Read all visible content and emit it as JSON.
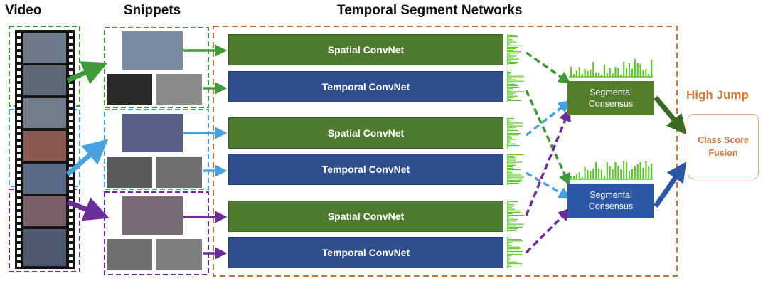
{
  "headers": {
    "video": "Video",
    "snippets": "Snippets",
    "tsn": "Temporal Segment Networks"
  },
  "networks": [
    {
      "label": "Spatial ConvNet",
      "kind": "spatial",
      "group": "green"
    },
    {
      "label": "Temporal ConvNet",
      "kind": "temporal",
      "group": "green"
    },
    {
      "label": "Spatial ConvNet",
      "kind": "spatial",
      "group": "blue"
    },
    {
      "label": "Temporal ConvNet",
      "kind": "temporal",
      "group": "blue"
    },
    {
      "label": "Spatial ConvNet",
      "kind": "spatial",
      "group": "purple"
    },
    {
      "label": "Temporal ConvNet",
      "kind": "temporal",
      "group": "purple"
    }
  ],
  "consensus": {
    "spatial": {
      "line1": "Segmental",
      "line2": "Consensus"
    },
    "temporal": {
      "line1": "Segmental",
      "line2": "Consensus"
    }
  },
  "fusion": {
    "line1": "Class Score",
    "line2": "Fusion"
  },
  "result_label": "High Jump",
  "colors": {
    "green": "#3f9a3a",
    "blue": "#4aa0dd",
    "purple": "#6a2d99",
    "orange": "#c9733a",
    "spatial_net": "#4e7b2f",
    "temporal_net": "#2e4e8e",
    "score_bars": "#5cc52e"
  },
  "icons": {
    "video_frames": "film-strip",
    "rgb_snippet": "rgb-frame-thumbnail",
    "flow_snippet": "optical-flow-thumbnail"
  }
}
